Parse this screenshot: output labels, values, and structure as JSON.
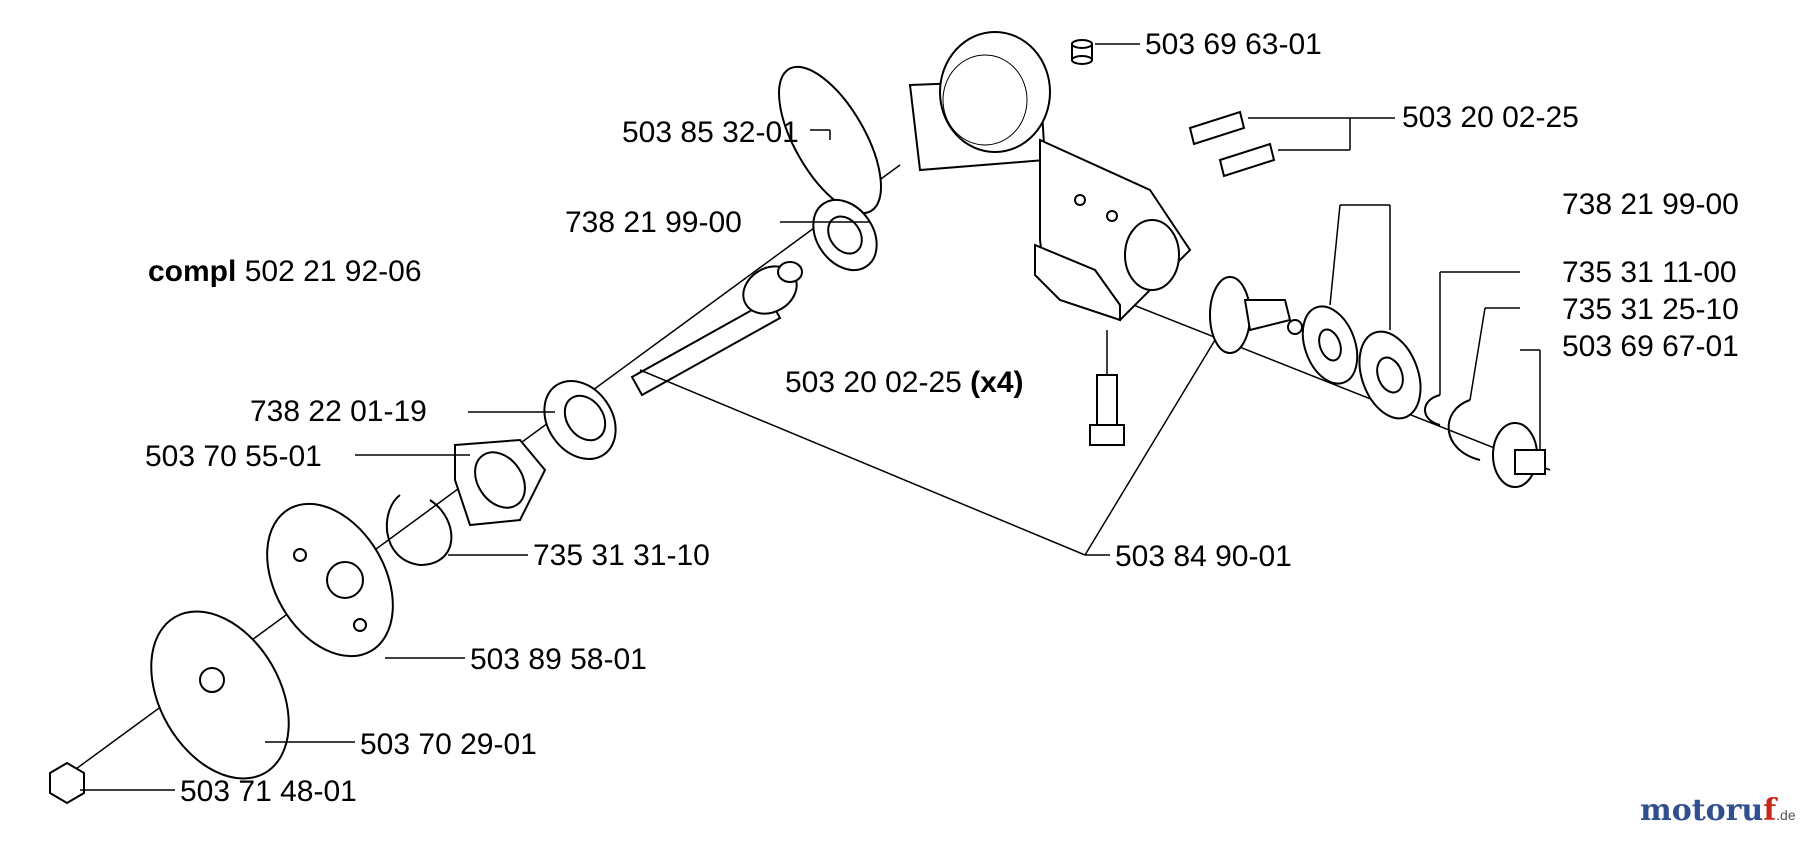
{
  "diagram": {
    "assembly": {
      "prefix": "compl",
      "number": "502 21 92-06"
    },
    "labels": {
      "p1": "503 69 63-01",
      "p2": "503 85 32-01",
      "p3": "503 20 02-25",
      "p4": "738 21 99-00",
      "p5": "738 21 99-00",
      "p6": "735 31 11-00",
      "p7": "735 31 25-10",
      "p8": "503 69 67-01",
      "p9": "503 20 02-25",
      "p9_qty": "(x4)",
      "p10": "738 22 01-19",
      "p11": "503 70 55-01",
      "p12": "735 31 31-10",
      "p13": "503 84 90-01",
      "p14": "503 89 58-01",
      "p15": "503 70 29-01",
      "p16": "503 71 48-01"
    }
  },
  "watermark": {
    "brand_a": "motoru",
    "brand_b": "f",
    "domain": ".de"
  }
}
